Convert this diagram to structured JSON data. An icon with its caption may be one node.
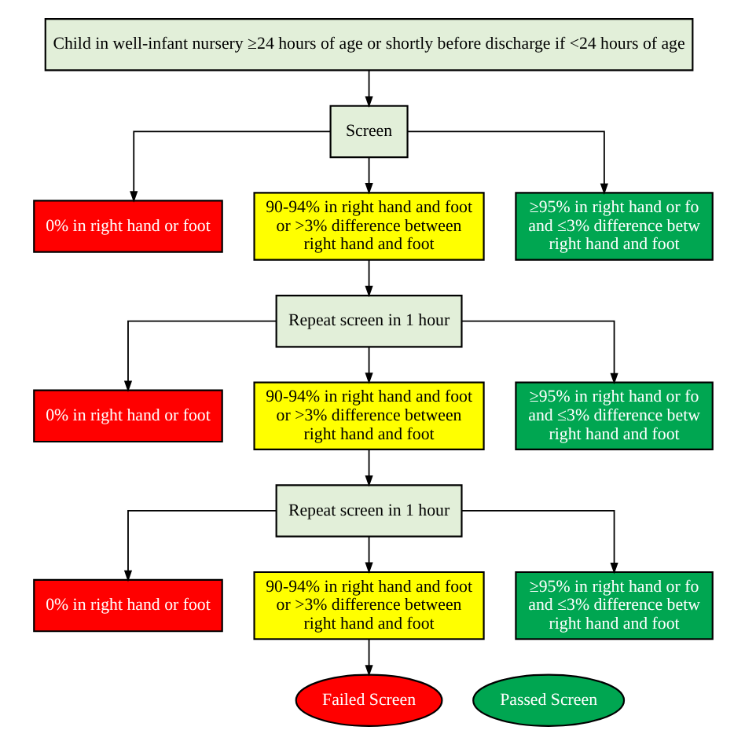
{
  "diagram": {
    "nodes": [
      {
        "text": [
          "Child in well-infant nursery ≥24 hours of age or shortly before discharge if <24 hours of age"
        ]
      },
      {
        "text": [
          "Screen"
        ]
      },
      {
        "text": [
          "0% in right hand or foot"
        ]
      },
      {
        "text": [
          "90-94% in right hand and foot or >3% difference between right hand and foot"
        ]
      },
      {
        "text": [
          "≥95% in right hand or fo and ≤3% difference betw right hand and foot"
        ]
      },
      {
        "text": [
          "Repeat screen in 1 hour"
        ]
      },
      {
        "text": [
          "0% in right hand or foot"
        ]
      },
      {
        "text": [
          "90-94% in right hand and foot or >3% difference between right hand and foot"
        ]
      },
      {
        "text": [
          "≥95% in right hand or fo and ≤3% difference betw right hand and foot"
        ]
      },
      {
        "text": [
          "Repeat screen in 1 hour"
        ]
      },
      {
        "text": [
          "0% in right hand or foot"
        ]
      },
      {
        "text": [
          "90-94% in right hand and foot or >3% difference between right hand and foot"
        ]
      },
      {
        "text": [
          "≥95% in right hand or fo and ≤3% difference betw right hand and foot"
        ]
      },
      {
        "text": [
          "Failed Screen"
        ]
      },
      {
        "text": [
          "Passed Screen"
        ]
      }
    ],
    "edges": [
      {
        "from": 0,
        "to": 1,
        "arrow": "to"
      },
      {
        "from": 1,
        "to": 2,
        "arrow": "to"
      },
      {
        "from": 1,
        "to": 3,
        "arrow": "to"
      },
      {
        "from": 1,
        "to": 4,
        "arrow": "to"
      },
      {
        "from": 3,
        "to": 5,
        "arrow": "to"
      },
      {
        "from": 5,
        "to": 6,
        "arrow": "to"
      },
      {
        "from": 5,
        "to": 7,
        "arrow": "to"
      },
      {
        "from": 5,
        "to": 8,
        "arrow": "to"
      },
      {
        "from": 7,
        "to": 9,
        "arrow": "to"
      },
      {
        "from": 9,
        "to": 10,
        "arrow": "to"
      },
      {
        "from": 9,
        "to": 11,
        "arrow": "to"
      },
      {
        "from": 9,
        "to": 12,
        "arrow": "to"
      },
      {
        "from": 11,
        "to": 13,
        "arrow": "to"
      }
    ]
  }
}
